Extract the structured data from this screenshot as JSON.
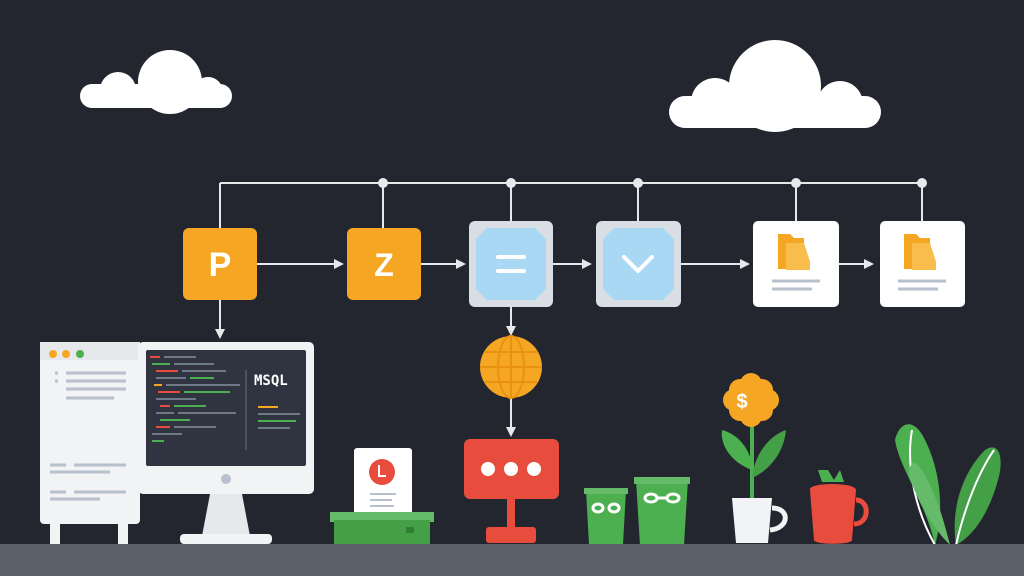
{
  "colors": {
    "background": "#23262f",
    "node_orange": "#f5a623",
    "node_blue": "#a9d8f5",
    "node_frame": "#d9dde4",
    "connector": "#e6e8ec",
    "cloud": "#ffffff",
    "globe": "#f5a623",
    "chat_red": "#e84c3d",
    "plant_green": "#4caf50",
    "floor": "#5b606b"
  },
  "pipeline": {
    "nodes": [
      {
        "kind": "orange",
        "icon": "p-icon",
        "label": "P"
      },
      {
        "kind": "orange",
        "icon": "z-icon",
        "label": "Z"
      },
      {
        "kind": "blue",
        "icon": "equals-icon",
        "label": ""
      },
      {
        "kind": "blue",
        "icon": "chevron-down-icon",
        "label": ""
      },
      {
        "kind": "document",
        "icon": "folder-icon",
        "label": ""
      },
      {
        "kind": "document",
        "icon": "folder-icon",
        "label": ""
      }
    ]
  },
  "desk": {
    "monitor_label": "MSQL",
    "globe_icon": "globe-icon",
    "chat_icon": "chat-bubble-icon",
    "card_icon": "clock-icon",
    "flower_symbol": "$"
  }
}
